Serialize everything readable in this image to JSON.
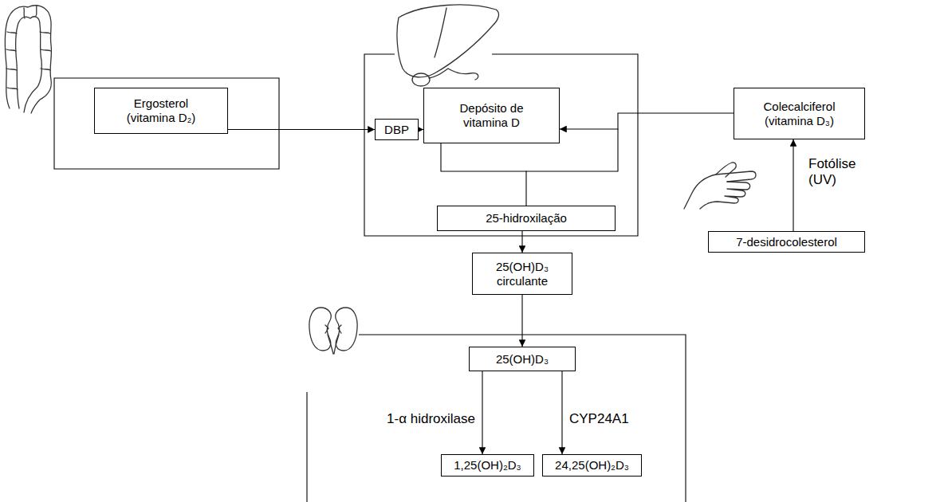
{
  "diagram": {
    "nodes": [
      {
        "text": []
      },
      {
        "text": [
          "Ergosterol (vitamina D₂)"
        ],
        "in": 0
      },
      {
        "text": []
      },
      {
        "text": [
          "DBP"
        ],
        "in": 2
      },
      {
        "text": [
          "Depósito de vitamina D"
        ],
        "in": 2
      },
      {
        "text": [
          "25-hidroxilação"
        ],
        "in": 2
      },
      {
        "text": [
          "Colecalciferol (vitamina D₃)"
        ]
      },
      {
        "text": [
          "7-desidrocolesterol"
        ]
      },
      {
        "text": [
          "25(OH)D₃ circulante"
        ]
      },
      {
        "text": []
      },
      {
        "text": [
          "25(OH)D₃"
        ],
        "in": 9
      },
      {
        "text": [
          "1,25(OH)₂D₃"
        ],
        "in": 9
      },
      {
        "text": [
          "24,25(OH)₂D₃"
        ],
        "in": 9
      }
    ],
    "edges": [
      {
        "from": 1,
        "to": 3,
        "arrow": "to"
      },
      {
        "from": 3,
        "to": 4,
        "arrow": "to"
      },
      {
        "from": 6,
        "to": 4,
        "arrow": "to"
      },
      {
        "from": 4,
        "to": 5,
        "arrow": "none"
      },
      {
        "from": 7,
        "to": 6,
        "label": "Fotólise (UV)",
        "arrow": "to"
      },
      {
        "from": 5,
        "to": 8,
        "arrow": "to"
      },
      {
        "from": 8,
        "to": 10,
        "arrow": "to"
      },
      {
        "from": 10,
        "to": 11,
        "label": "1-α hidroxilase",
        "arrow": "to"
      },
      {
        "from": 10,
        "to": 12,
        "label": "CYP24A1",
        "arrow": "to"
      }
    ]
  }
}
